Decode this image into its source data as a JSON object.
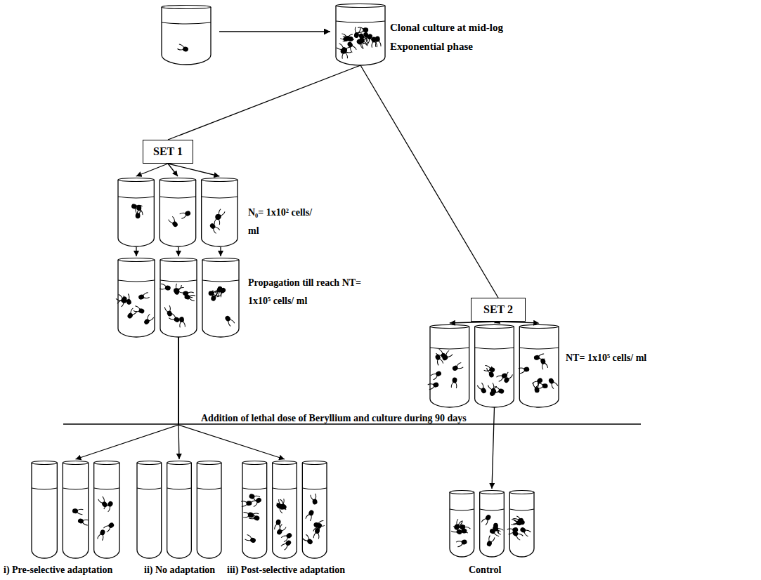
{
  "diagram": {
    "nodes": [
      {
        "text": [
          "Clonal culture at mid-log Exponential phase"
        ]
      },
      {
        "text": [
          "SET 1"
        ]
      },
      {
        "text": [
          "SET 2"
        ]
      },
      {
        "text": [
          "N₀= 1x10² cells/ ml"
        ]
      },
      {
        "text": [
          "Propagation till reach NT= 1x10⁵ cells/ ml"
        ]
      },
      {
        "text": [
          "NT= 1x10⁵ cells/ ml"
        ]
      },
      {
        "text": [
          "i) Pre-selective adaptation"
        ]
      },
      {
        "text": [
          "ii) No adaptation"
        ]
      },
      {
        "text": [
          "iii) Post-selective adaptation"
        ]
      },
      {
        "text": [
          "Control"
        ]
      }
    ],
    "edges": [
      {
        "from": 0,
        "to": 1,
        "arrow": "none"
      },
      {
        "from": 0,
        "to": 2,
        "arrow": "none"
      },
      {
        "from": 1,
        "to": 3,
        "arrow": "to"
      },
      {
        "from": 3,
        "to": 4,
        "arrow": "to"
      },
      {
        "from": 2,
        "to": 5,
        "arrow": "to"
      },
      {
        "from": 4,
        "to": 6,
        "arrow": "to"
      },
      {
        "from": 4,
        "to": 7,
        "arrow": "to"
      },
      {
        "from": 4,
        "to": 8,
        "arrow": "to"
      },
      {
        "from": 5,
        "to": 9,
        "arrow": "to"
      }
    ],
    "labels": [
      "Addition of lethal dose of Beryllium and culture during 90 days"
    ]
  }
}
